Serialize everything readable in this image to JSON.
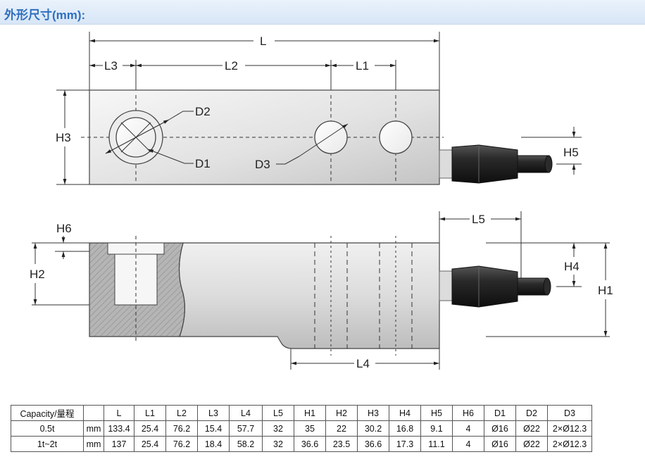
{
  "header": {
    "title": "外形尺寸(mm):"
  },
  "labels": {
    "L": "L",
    "L1": "L1",
    "L2": "L2",
    "L3": "L3",
    "L4": "L4",
    "L5": "L5",
    "H1": "H1",
    "H2": "H2",
    "H3": "H3",
    "H4": "H4",
    "H5": "H5",
    "H6": "H6",
    "D1": "D1",
    "D2": "D2",
    "D3": "D3"
  },
  "colors": {
    "body_light": "#f4f4f4",
    "body_dark": "#c9c9c9",
    "hatch": "#9a9a9a",
    "cable": "#1c1c1c",
    "line": "#333333"
  },
  "table": {
    "headers": [
      "Capacity/量程",
      "",
      "L",
      "L1",
      "L2",
      "L3",
      "L4",
      "L5",
      "H1",
      "H2",
      "H3",
      "H4",
      "H5",
      "H6",
      "D1",
      "D2",
      "D3"
    ],
    "rows": [
      [
        "0.5t",
        "mm",
        "133.4",
        "25.4",
        "76.2",
        "15.4",
        "57.7",
        "32",
        "35",
        "22",
        "30.2",
        "16.8",
        "9.1",
        "4",
        "Ø16",
        "Ø22",
        "2×Ø12.3"
      ],
      [
        "1t~2t",
        "mm",
        "137",
        "25.4",
        "76.2",
        "18.4",
        "58.2",
        "32",
        "36.6",
        "23.5",
        "36.6",
        "17.3",
        "11.1",
        "4",
        "Ø16",
        "Ø22",
        "2×Ø12.3"
      ]
    ]
  }
}
